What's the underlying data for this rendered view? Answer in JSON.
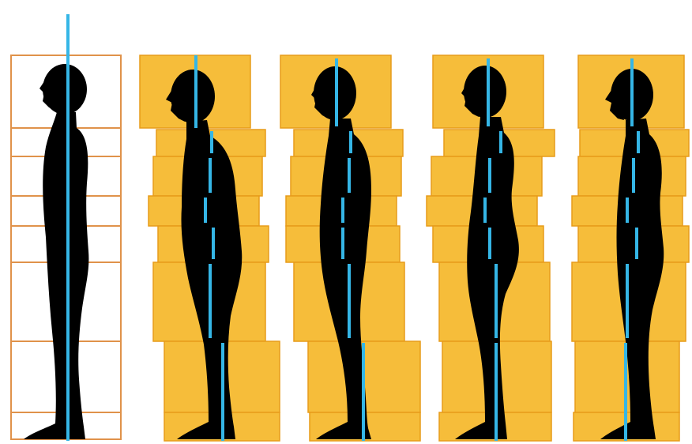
{
  "colors": {
    "background": "#ffffff",
    "neutral_block_stroke": "#e0924a",
    "neutral_block_fill": "#ffffff",
    "deviation_block_fill": "#f6bd3a",
    "deviation_block_stroke": "#e79b1a",
    "silhouette": "#000000",
    "plumb_line": "#35b6e6"
  },
  "figures": [
    {
      "posture": "neutral",
      "style": "outline"
    },
    {
      "posture": "deviation-1",
      "style": "filled"
    },
    {
      "posture": "deviation-2",
      "style": "filled"
    },
    {
      "posture": "deviation-3",
      "style": "filled"
    },
    {
      "posture": "deviation-4",
      "style": "filled"
    }
  ]
}
